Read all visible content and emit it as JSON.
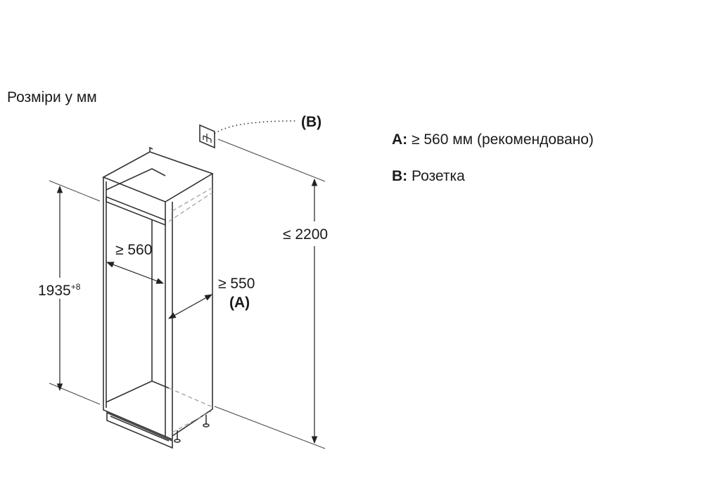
{
  "title": "Розміри у мм",
  "legend": [
    {
      "key": "A:",
      "text": "≥ 560 мм (рекомендовано)"
    },
    {
      "key": "B:",
      "text": "Розетка"
    }
  ],
  "dimensions": {
    "niche_height": "1935",
    "niche_height_tolerance": "+8",
    "niche_width": "≥ 560",
    "niche_depth": "≥ 550",
    "niche_depth_ref": "(A)",
    "max_height": "≤ 2200",
    "socket_ref": "(B)"
  },
  "colors": {
    "line": "#333333",
    "dashed": "#999999"
  }
}
